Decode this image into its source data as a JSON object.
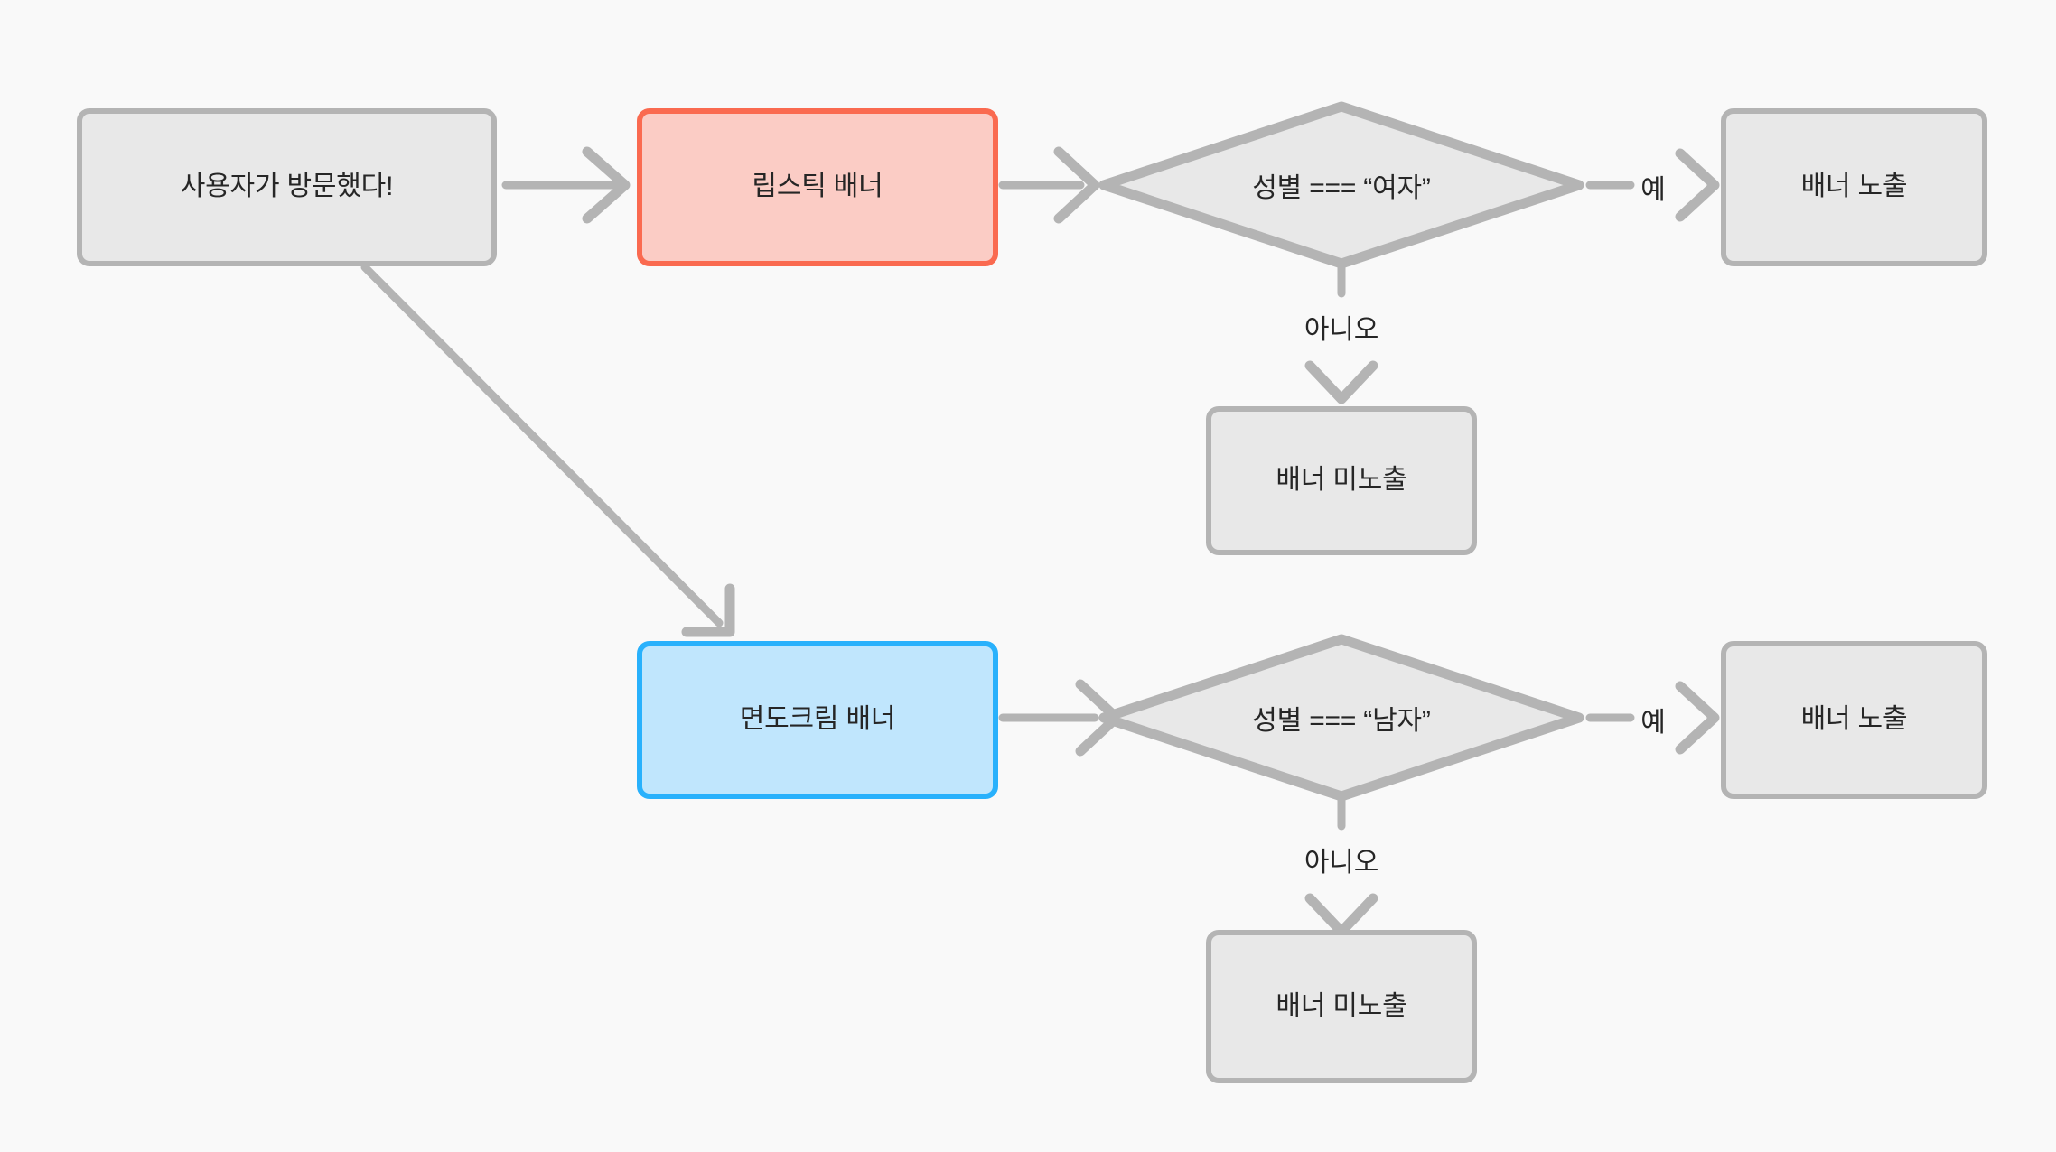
{
  "diagram": {
    "title": "",
    "background_color": "#f9f9f9",
    "colors": {
      "gray_fill": "#e8e8e8",
      "gray_border": "#b4b4b4",
      "red_fill": "#fbccc5",
      "red_border": "#fa6a50",
      "blue_fill": "#c0e6fd",
      "blue_border": "#29b1fc",
      "connector": "#b4b4b4",
      "text": "#262626"
    },
    "nodes": {
      "start": {
        "label": "사용자가 방문했다!",
        "shape": "rounded-rect",
        "style": "gray"
      },
      "lipstick_banner": {
        "label": "립스틱 배너",
        "shape": "rounded-rect",
        "style": "red"
      },
      "shaving_cream_banner": {
        "label": "면도크림 배너",
        "shape": "rounded-rect",
        "style": "blue"
      },
      "decision_female": {
        "label": "성별 === “여자”",
        "shape": "diamond",
        "style": "gray"
      },
      "decision_male": {
        "label": "성별 === “남자”",
        "shape": "diamond",
        "style": "gray"
      },
      "show_banner_female": {
        "label": "배너 노출",
        "shape": "rounded-rect",
        "style": "gray"
      },
      "hide_banner_female": {
        "label": "배너 미노출",
        "shape": "rounded-rect",
        "style": "gray"
      },
      "show_banner_male": {
        "label": "배너 노출",
        "shape": "rounded-rect",
        "style": "gray"
      },
      "hide_banner_male": {
        "label": "배너 미노출",
        "shape": "rounded-rect",
        "style": "gray"
      }
    },
    "edge_labels": {
      "yes_female": "예",
      "no_female": "아니오",
      "yes_male": "예",
      "no_male": "아니오"
    }
  }
}
